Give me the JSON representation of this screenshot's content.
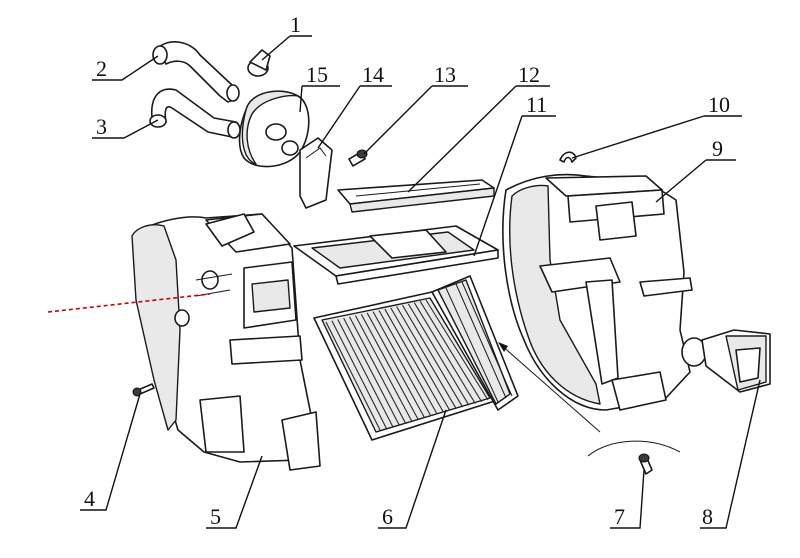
{
  "callouts": [
    {
      "id": "1",
      "label": "1"
    },
    {
      "id": "2",
      "label": "2"
    },
    {
      "id": "3",
      "label": "3"
    },
    {
      "id": "4",
      "label": "4"
    },
    {
      "id": "5",
      "label": "5"
    },
    {
      "id": "6",
      "label": "6"
    },
    {
      "id": "7",
      "label": "7"
    },
    {
      "id": "8",
      "label": "8"
    },
    {
      "id": "9",
      "label": "9"
    },
    {
      "id": "10",
      "label": "10"
    },
    {
      "id": "11",
      "label": "11"
    },
    {
      "id": "12",
      "label": "12"
    },
    {
      "id": "13",
      "label": "13"
    },
    {
      "id": "14",
      "label": "14"
    },
    {
      "id": "15",
      "label": "15"
    }
  ],
  "colors": {
    "line": "#1a1a1a",
    "shade": "#e9e9e9",
    "accent_line": "#cc0000"
  }
}
